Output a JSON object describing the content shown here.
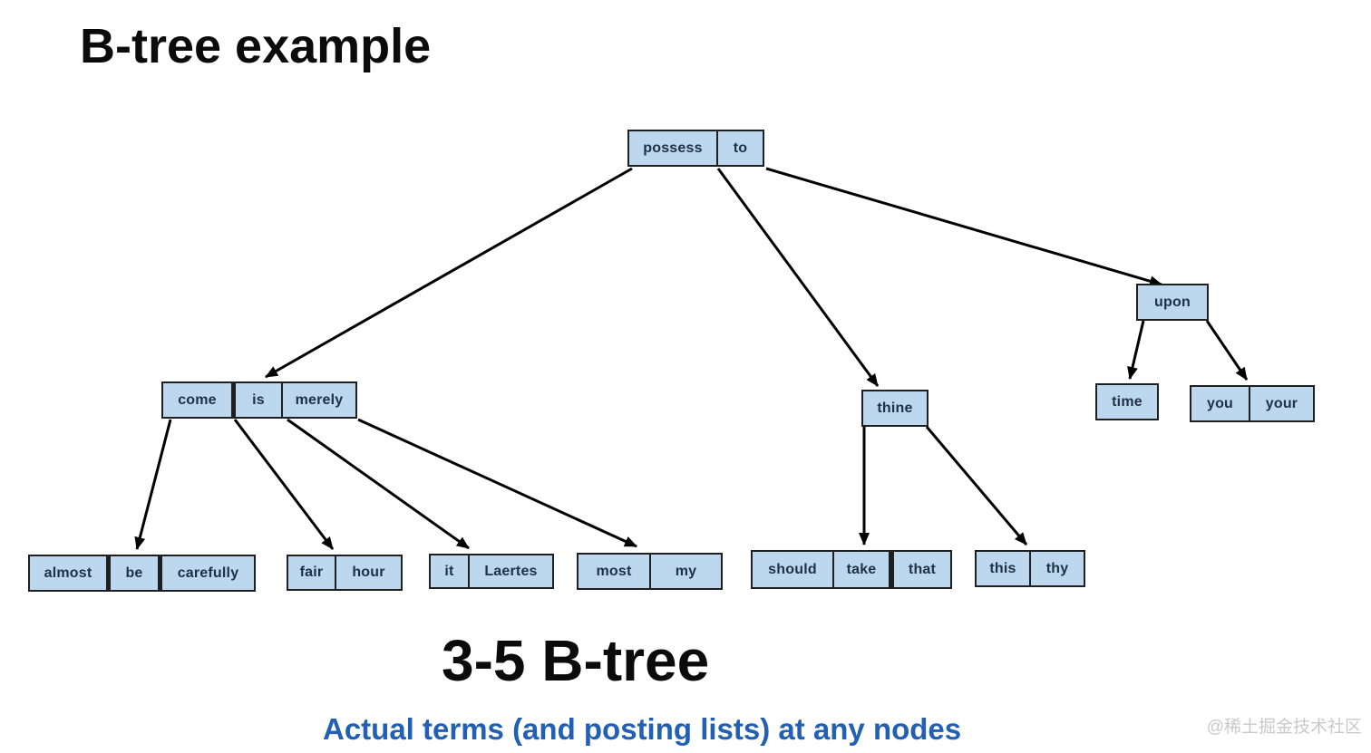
{
  "title": "B-tree example",
  "caption": {
    "heading": "3-5 B-tree",
    "subheading": "Actual terms (and posting lists) at any nodes"
  },
  "watermark": "@稀土掘金技术社区",
  "colors": {
    "node_fill": "#bdd7ee",
    "node_border": "#1f1f1f",
    "node_text": "#203246",
    "edge": "#000000",
    "title_text": "#0b0b0b",
    "subtitle_text": "#2160b4",
    "watermark_text": "#c9c9c9"
  },
  "tree": {
    "type": "3-5 B-tree",
    "root": {
      "keys": [
        "possess",
        "to"
      ]
    },
    "level2": [
      {
        "id": "come-is-merely",
        "keys": [
          "come",
          "is",
          "merely"
        ]
      },
      {
        "id": "thine",
        "keys": [
          "thine"
        ]
      },
      {
        "id": "upon",
        "keys": [
          "upon"
        ]
      }
    ],
    "leaves": [
      {
        "id": "almost-be-carefully",
        "keys": [
          "almost",
          "be",
          "carefully"
        ]
      },
      {
        "id": "fair-hour",
        "keys": [
          "fair",
          "hour"
        ]
      },
      {
        "id": "it-laertes",
        "keys": [
          "it",
          "Laertes"
        ]
      },
      {
        "id": "most-my",
        "keys": [
          "most",
          "my"
        ]
      },
      {
        "id": "should-take-that",
        "keys": [
          "should",
          "take",
          "that"
        ]
      },
      {
        "id": "this-thy",
        "keys": [
          "this",
          "thy"
        ]
      },
      {
        "id": "time",
        "keys": [
          "time"
        ]
      },
      {
        "id": "you-your",
        "keys": [
          "you",
          "your"
        ]
      }
    ]
  }
}
